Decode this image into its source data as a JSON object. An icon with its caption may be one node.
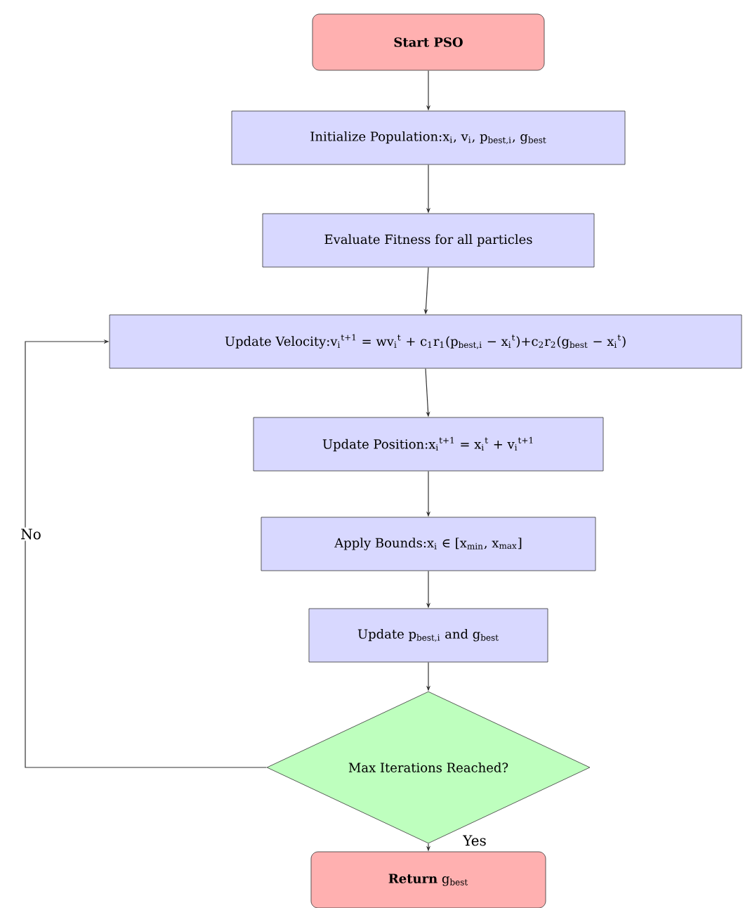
{
  "diagram": {
    "nodes": [
      {
        "text": [
          "Start PSO"
        ]
      },
      {
        "text": [
          "Initialize Population:x$_{i}$, v$_{i}$, p$_{best,i}$, g$_{best}$"
        ]
      },
      {
        "text": [
          "Evaluate Fitness for all particles"
        ]
      },
      {
        "text": [
          "Update Velocity:v$_{i}$$^{t+1}$ = wv$_{i}$$^{t}$ + c$_{1}$r$_{1}$(p$_{best,i}$ − x$_{i}$$^{t}$)+c$_{2}$r$_{2}$(g$_{best}$ − x$_{i}$$^{t}$)"
        ]
      },
      {
        "text": [
          "Update Position:x$_{i}$$^{t+1}$ = x$_{i}$$^{t}$ + v$_{i}$$^{t+1}$"
        ]
      },
      {
        "text": [
          "Apply Bounds:x$_{i}$ ∈ [x$_{min}$, x$_{max}$]"
        ]
      },
      {
        "text": [
          "Update p$_{best,i}$ and g$_{best}$"
        ]
      },
      {
        "text": [
          "Max Iterations Reached?"
        ]
      },
      {
        "text": [
          "**Return** g$_{best}$"
        ]
      }
    ],
    "edges": [
      {
        "from": 0,
        "to": 1,
        "arrow": "to"
      },
      {
        "from": 1,
        "to": 2,
        "arrow": "to"
      },
      {
        "from": 2,
        "to": 3,
        "arrow": "to"
      },
      {
        "from": 3,
        "to": 4,
        "arrow": "to"
      },
      {
        "from": 4,
        "to": 5,
        "arrow": "to"
      },
      {
        "from": 5,
        "to": 6,
        "arrow": "to"
      },
      {
        "from": 6,
        "to": 7,
        "arrow": "to"
      },
      {
        "from": 7,
        "to": 3,
        "arrow": "to",
        "label": "No"
      },
      {
        "from": 7,
        "to": 8,
        "arrow": "to",
        "label": "Yes"
      }
    ]
  }
}
